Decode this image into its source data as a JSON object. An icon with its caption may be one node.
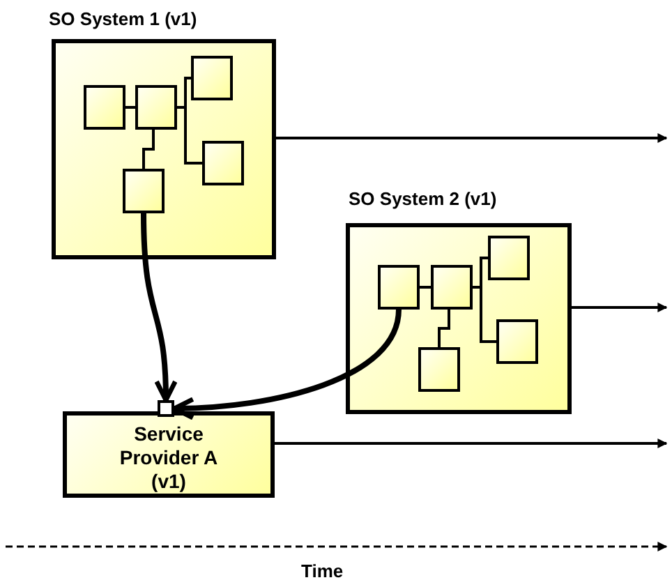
{
  "diagram": {
    "nodes": [
      {
        "text": [
          "SO System 1 (v1)"
        ]
      },
      {
        "text": [],
        "shape": "box",
        "in": 0
      },
      {
        "text": [],
        "shape": "box",
        "in": 0
      },
      {
        "text": [],
        "shape": "box",
        "in": 0
      },
      {
        "text": [],
        "shape": "box",
        "in": 0
      },
      {
        "text": [],
        "shape": "box",
        "in": 0
      },
      {
        "text": [
          "SO System 2 (v1)"
        ]
      },
      {
        "text": [],
        "shape": "box",
        "in": 6
      },
      {
        "text": [],
        "shape": "box",
        "in": 6
      },
      {
        "text": [],
        "shape": "box",
        "in": 6
      },
      {
        "text": [],
        "shape": "box",
        "in": 6
      },
      {
        "text": [],
        "shape": "box",
        "in": 6
      },
      {
        "text": [
          "Service Provider A (v1)"
        ]
      },
      {
        "text": [],
        "shape": "box"
      }
    ],
    "edges": [
      {
        "from": 1,
        "to": 2,
        "arrow": "none"
      },
      {
        "from": 2,
        "to": 3,
        "arrow": "none"
      },
      {
        "from": 2,
        "to": 4,
        "arrow": "none"
      },
      {
        "from": 2,
        "to": 5,
        "arrow": "none"
      },
      {
        "from": 7,
        "to": 8,
        "arrow": "none"
      },
      {
        "from": 8,
        "to": 9,
        "arrow": "none"
      },
      {
        "from": 8,
        "to": 10,
        "arrow": "none"
      },
      {
        "from": 8,
        "to": 11,
        "arrow": "none"
      },
      {
        "from": 5,
        "to": 13,
        "arrow": "to",
        "style": "thick"
      },
      {
        "from": 7,
        "to": 13,
        "arrow": "to",
        "style": "thick"
      },
      {
        "from": 0,
        "to": null,
        "arrow": "to"
      },
      {
        "from": 6,
        "to": null,
        "arrow": "to"
      },
      {
        "from": 12,
        "to": null,
        "arrow": "to"
      }
    ],
    "labels": [
      "Time"
    ]
  }
}
